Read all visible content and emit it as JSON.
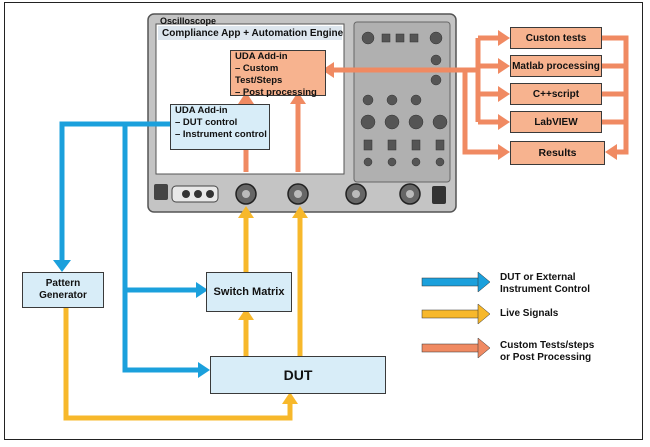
{
  "oscilloscope": {
    "title": "Oscilloscope",
    "screen_header": "Compliance App + Automation Engine"
  },
  "uda_custom": {
    "title": "UDA Add-in",
    "line1": "– Custom Test/Steps",
    "line2": "– Post processing"
  },
  "uda_dut": {
    "title": "UDA Add-in",
    "line1": "– DUT control",
    "line2": "– Instrument control"
  },
  "tools": [
    {
      "label": "Custon tests"
    },
    {
      "label": "Matlab processing"
    },
    {
      "label": "C++script"
    },
    {
      "label": "LabVIEW"
    },
    {
      "label": "Results"
    }
  ],
  "pattern_generator": {
    "line1": "Pattern",
    "line2": "Generator"
  },
  "switch_matrix": {
    "label": "Switch Matrix"
  },
  "dut": {
    "label": "DUT"
  },
  "legend": [
    {
      "line1": "DUT or External",
      "line2": "Instrument Control",
      "color": "#1ba0dc"
    },
    {
      "line1": "Live Signals",
      "line2": "",
      "color": "#f7b82b"
    },
    {
      "line1": "Custom Tests/steps",
      "line2": "or Post Processing",
      "color": "#f08a62"
    }
  ],
  "colors": {
    "blue_arrow": "#1ba0dc",
    "yellow_arrow": "#f7b82b",
    "salmon_arrow": "#f08a62",
    "blue_box": "#d8edf8",
    "salmon_box": "#f7b38f",
    "scope_body": "#c9c9c9"
  }
}
